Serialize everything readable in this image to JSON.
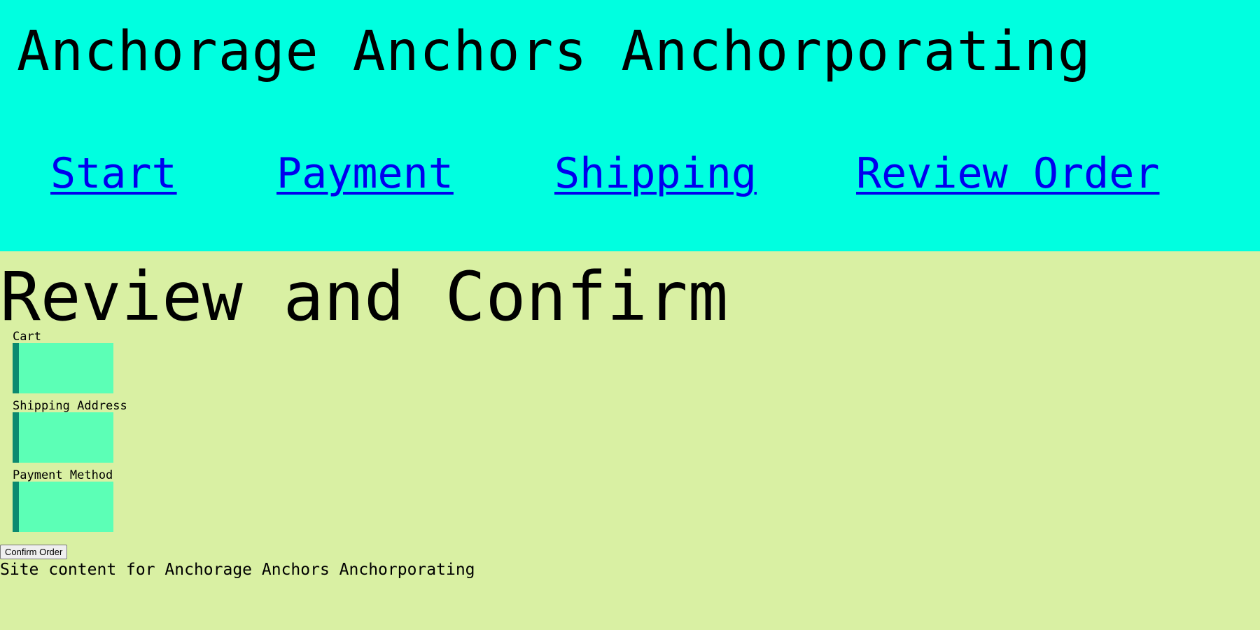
{
  "header": {
    "site_title": "Anchorage Anchors Anchorporating",
    "nav": {
      "start": "Start",
      "payment": "Payment",
      "shipping": "Shipping",
      "review_order": "Review Order"
    }
  },
  "main": {
    "heading": "Review and Confirm",
    "sections": {
      "cart": {
        "label": "Cart"
      },
      "shipping_address": {
        "label": "Shipping Address"
      },
      "payment_method": {
        "label": "Payment Method"
      }
    },
    "confirm_button": "Confirm Order",
    "site_content": "Site content for Anchorage Anchors Anchorporating"
  },
  "colors": {
    "header_bg": "#00ffe0",
    "page_bg": "#d9f0a3",
    "section_box": "#5cffb6",
    "section_accent": "#0b8a70",
    "link": "#0000ee"
  }
}
